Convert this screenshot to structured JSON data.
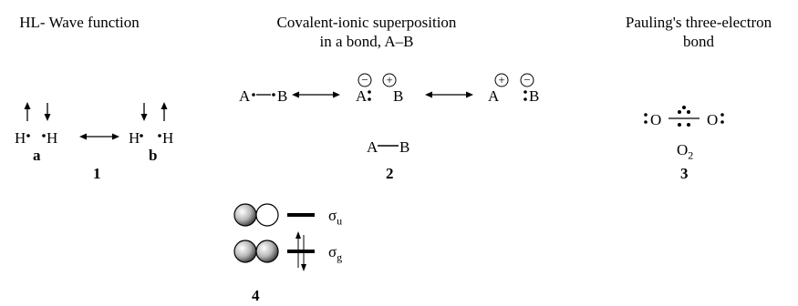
{
  "panels": {
    "hl": {
      "title": "HL- Wave function",
      "structure_a": {
        "left_atom": "H",
        "right_atom": "H",
        "label": "a"
      },
      "structure_b": {
        "left_atom": "H",
        "right_atom": "H",
        "label": "b"
      },
      "number": "1"
    },
    "covalent_ionic": {
      "title_line1": "Covalent-ionic superposition",
      "title_line2": "in a  bond, A–B",
      "atom_a": "A",
      "atom_b": "B",
      "minus_sign": "−",
      "plus_sign": "+",
      "bond_a": "A",
      "bond_b": "B",
      "number": "2"
    },
    "pauling": {
      "title_line1": "Pauling's three-electron",
      "title_line2": "bond",
      "atom_left": "O",
      "atom_right": "O",
      "formula_base": "O",
      "formula_sub": "2",
      "number": "3"
    },
    "mo": {
      "sigma_u_symbol": "σ",
      "sigma_u_sub": "u",
      "sigma_g_symbol": "σ",
      "sigma_g_sub": "g",
      "number": "4"
    }
  }
}
